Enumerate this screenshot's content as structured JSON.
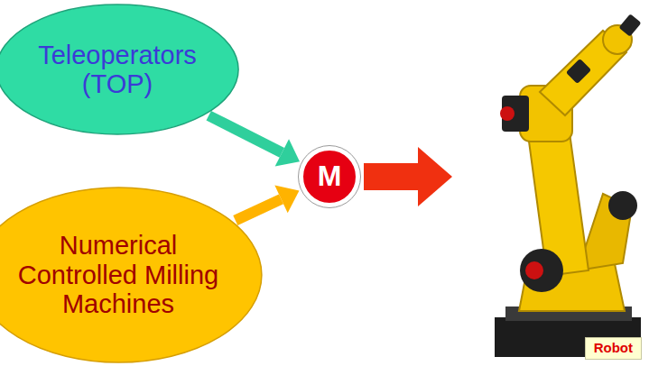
{
  "diagram": {
    "nodes": [
      {
        "text": [
          "Teleoperators (TOP)"
        ]
      },
      {
        "text": [
          "Numerical Controlled Milling Machines"
        ]
      },
      {
        "text": [
          "M"
        ]
      },
      {
        "text": [
          "Robot"
        ]
      }
    ],
    "edges": [
      {
        "from": 0,
        "to": 2,
        "arrow": "to"
      },
      {
        "from": 1,
        "to": 2,
        "arrow": "to"
      },
      {
        "from": 2,
        "to": 3,
        "arrow": "to"
      }
    ]
  }
}
